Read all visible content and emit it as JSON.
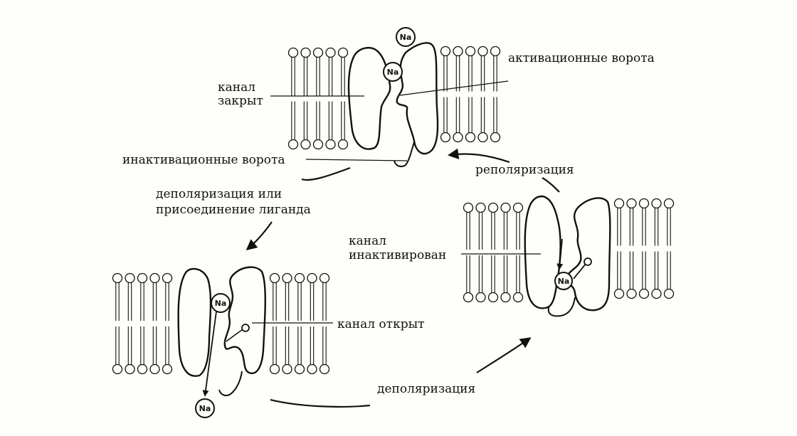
{
  "labels": {
    "activation_gate": "активационные ворота",
    "channel_closed_1": "канал",
    "channel_closed_2": "закрыт",
    "inactivation_gate": "инактивационные ворота",
    "repolarization": "реполяризация",
    "depolarization_or_ligand_1": "деполяризация или",
    "depolarization_or_ligand_2": "присоединение лиганда",
    "channel_inactivated_1": "канал",
    "channel_inactivated_2": "инактивирован",
    "channel_open": "канал открыт",
    "depolarization": "деполяризация"
  },
  "ion_symbol": "Na",
  "colors": {
    "ink": "#111111",
    "paper": "#fefefa"
  }
}
